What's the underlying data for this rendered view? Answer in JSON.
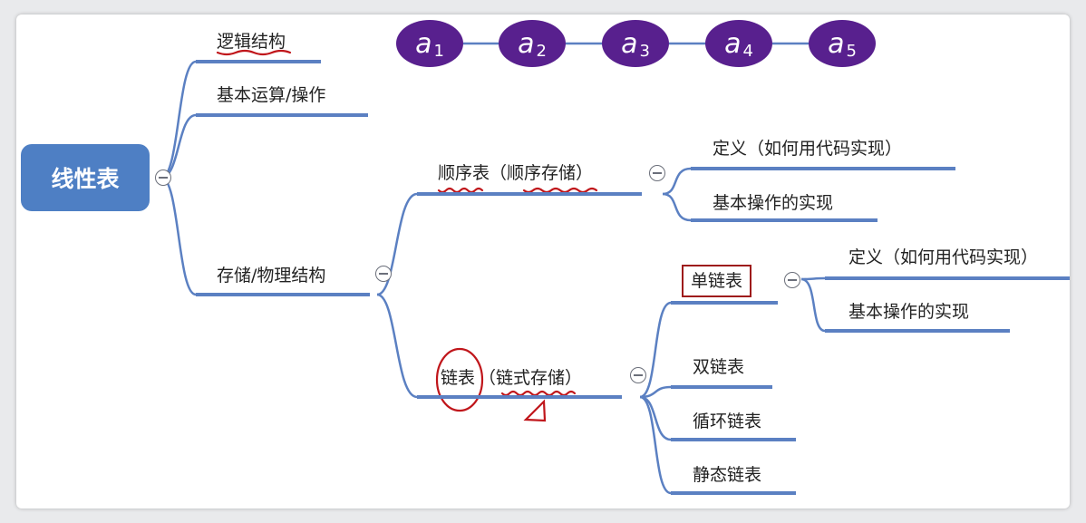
{
  "root": {
    "label": "线性表"
  },
  "branches": {
    "logical": "逻辑结构",
    "ops": "基本运算/操作",
    "storage": "存储/物理结构"
  },
  "storage_children": {
    "seq": "顺序表（顺序存储）",
    "linked_main": "链表",
    "linked_sub": "（链式存储）"
  },
  "seq_children": {
    "def": "定义（如何用代码实现）",
    "impl": "基本操作的实现"
  },
  "linked_children": {
    "single": "单链表",
    "double": "双链表",
    "circular": "循环链表",
    "static": "静态链表"
  },
  "single_children": {
    "def": "定义（如何用代码实现）",
    "impl": "基本操作的实现"
  },
  "sequence_nodes": [
    {
      "letter": "a",
      "sub": "1"
    },
    {
      "letter": "a",
      "sub": "2"
    },
    {
      "letter": "a",
      "sub": "3"
    },
    {
      "letter": "a",
      "sub": "4"
    },
    {
      "letter": "a",
      "sub": "5"
    }
  ],
  "colors": {
    "branch": "#5b80c2",
    "root_fill": "#4e7fc4",
    "node_fill": "#58208e",
    "annotation_red": "#c0161b"
  }
}
